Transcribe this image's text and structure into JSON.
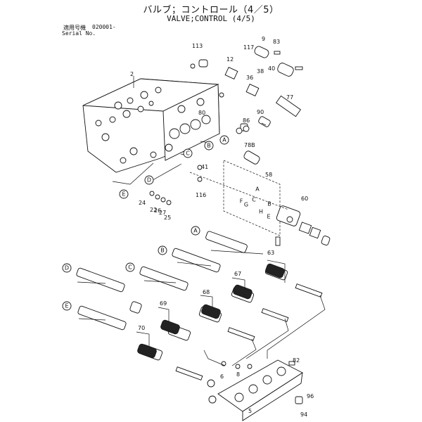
{
  "header": {
    "title_jp": "バルブ；コントロール（4／5）",
    "title_en": "VALVE;CONTROL (4/5)",
    "serial_label_jp": "適用号機",
    "serial_value": "020001-",
    "serial_label_en": "Serial No."
  },
  "part_numbers": [
    "2",
    "5",
    "6",
    "8",
    "9",
    "12",
    "22",
    "24",
    "25",
    "26",
    "27",
    "36",
    "38",
    "40",
    "41",
    "58",
    "60",
    "63",
    "67",
    "68",
    "69",
    "70",
    "77",
    "78B",
    "80",
    "82",
    "83",
    "86",
    "90",
    "94",
    "96",
    "113",
    "116",
    "117"
  ],
  "letter_refs": [
    "A",
    "B",
    "C",
    "D",
    "E",
    "F",
    "G",
    "H"
  ]
}
